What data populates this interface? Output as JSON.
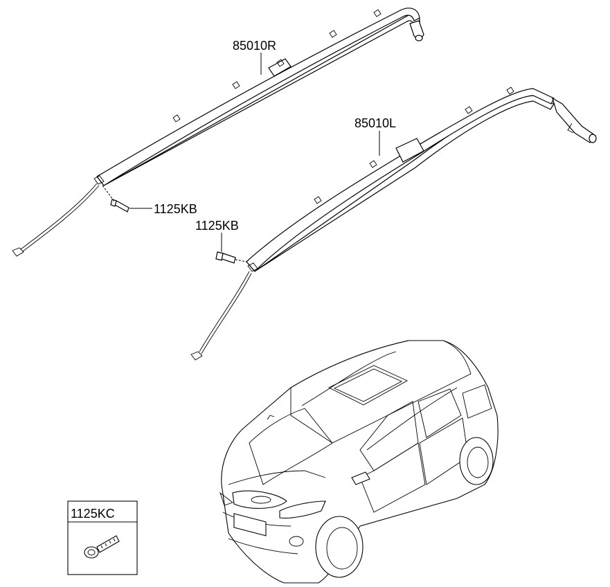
{
  "parts": {
    "right_curtain": "85010R",
    "left_curtain": "85010L",
    "bolt_right": "1125KB",
    "bolt_left": "1125KB",
    "bolt_box": "1125KC"
  }
}
